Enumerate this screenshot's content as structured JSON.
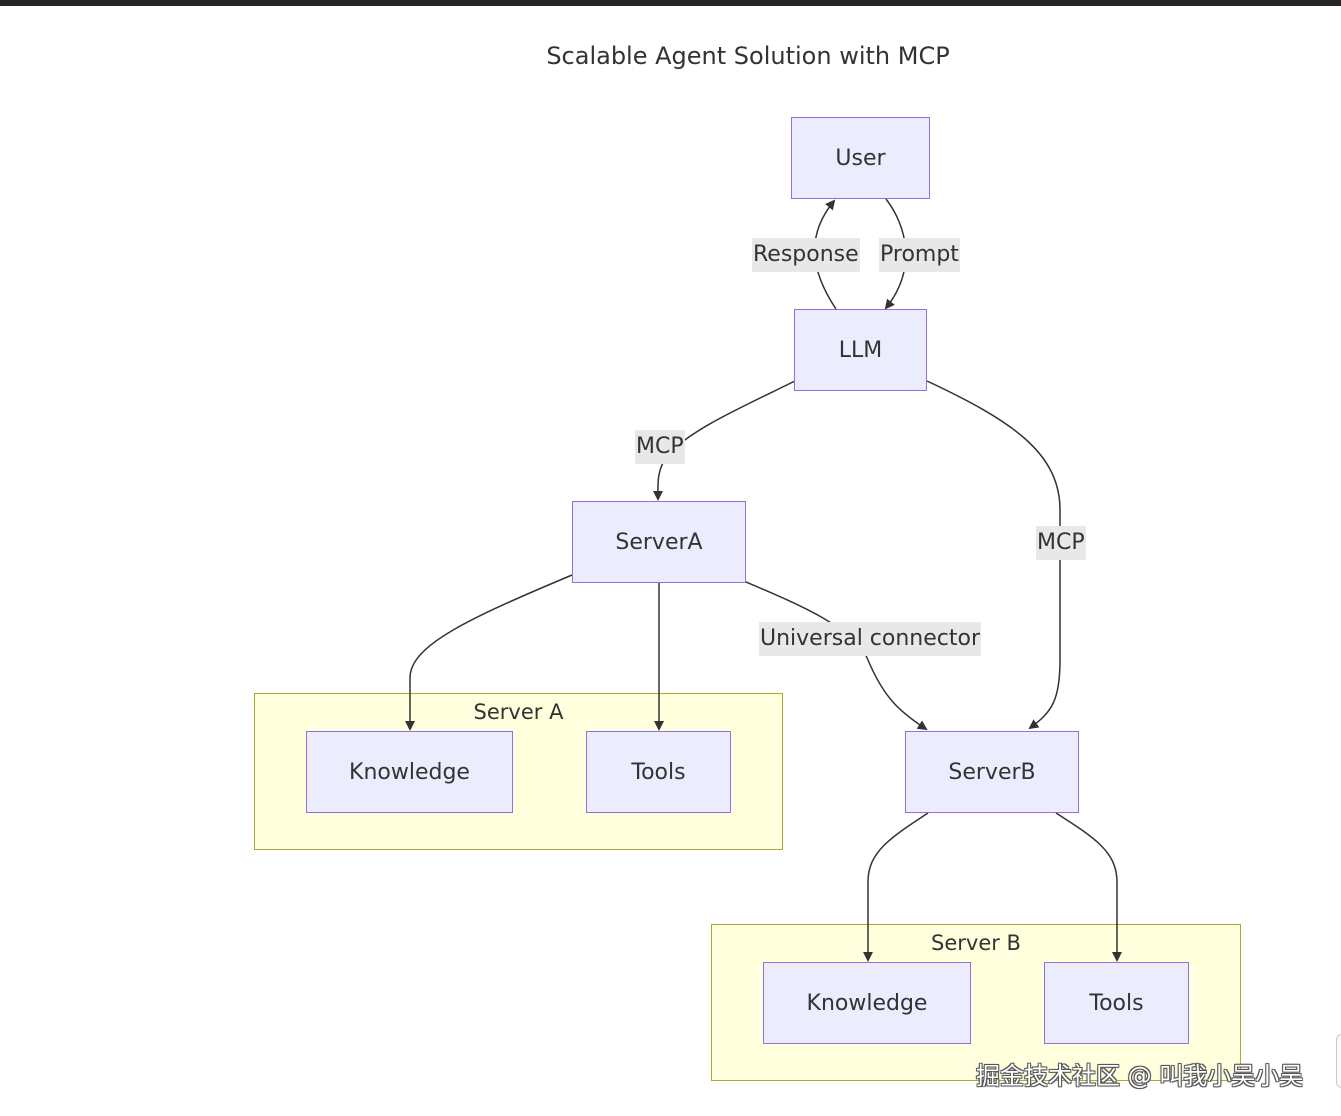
{
  "title": "Scalable Agent Solution with MCP",
  "colors": {
    "node_fill": "#ececff",
    "node_border": "#9370db",
    "cluster_fill": "#ffffde",
    "cluster_border": "#aaaa33",
    "edge_stroke": "#333333",
    "edge_label_bg": "#e8e8e8"
  },
  "clusters": {
    "server_a": "Server A",
    "server_b": "Server B"
  },
  "nodes": {
    "user": "User",
    "llm": "LLM",
    "server_a": "ServerA",
    "server_b": "ServerB",
    "a_knowledge": "Knowledge",
    "a_tools": "Tools",
    "b_knowledge": "Knowledge",
    "b_tools": "Tools"
  },
  "edges": {
    "user_to_llm": "Prompt",
    "llm_to_user": "Response",
    "llm_to_server_a": "MCP",
    "llm_to_server_b": "MCP",
    "server_a_to_server_b": "Universal connector"
  },
  "watermark": "掘金技术社区 @ 叫我小吴小吴"
}
